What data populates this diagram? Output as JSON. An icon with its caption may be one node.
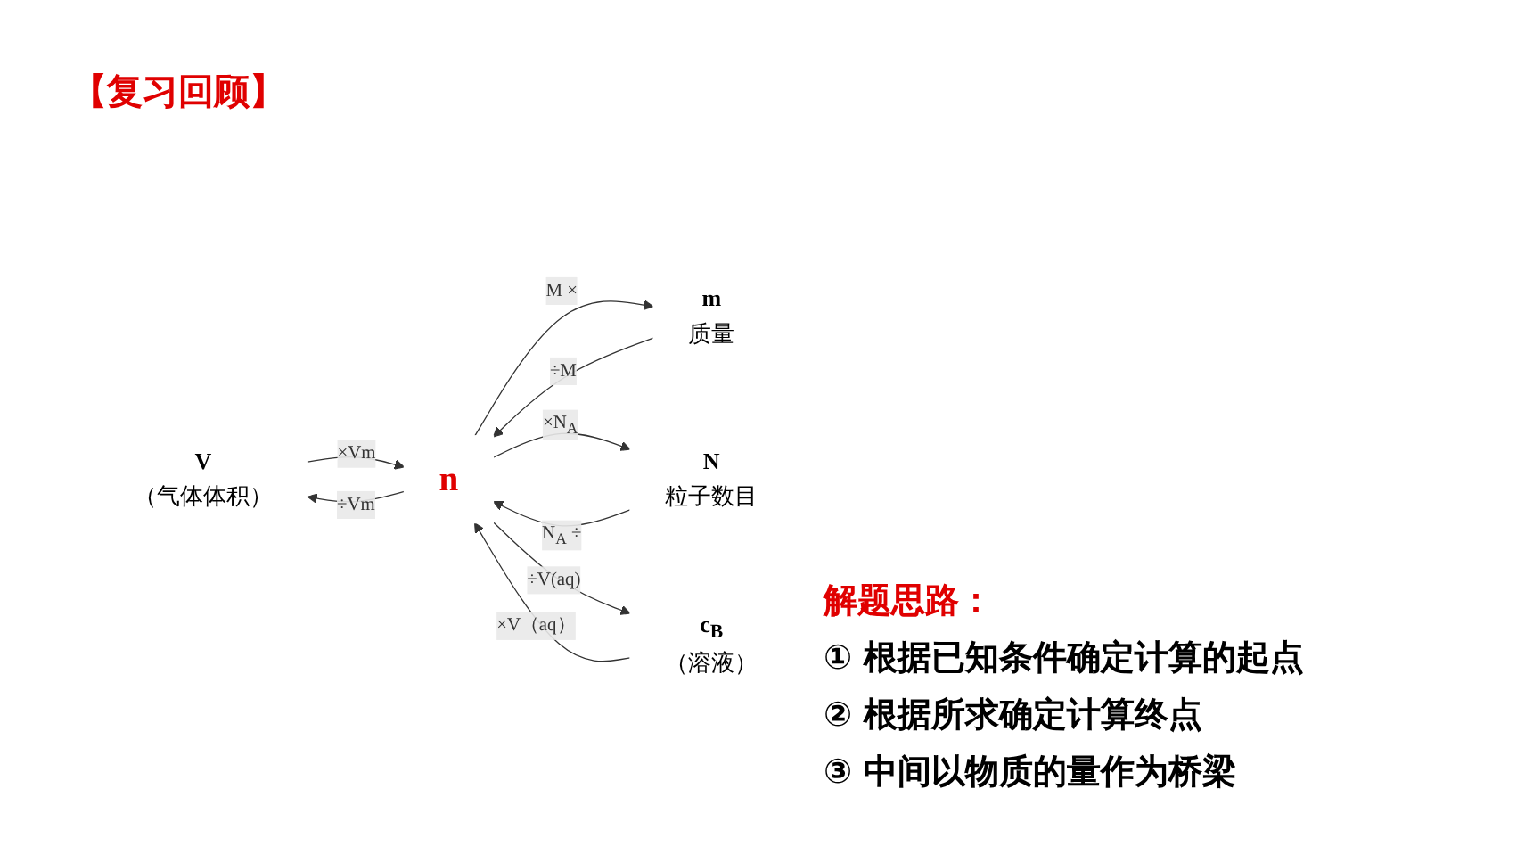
{
  "diagram": {
    "nodes": [
      {
        "text": [
          "V",
          "（气体体积）"
        ]
      },
      {
        "text": [
          "m",
          "质量"
        ]
      },
      {
        "text": [
          "n"
        ]
      },
      {
        "text": [
          "N",
          "粒子数目"
        ]
      },
      {
        "text": [
          "c$_{B}$",
          "（溶液）"
        ]
      }
    ],
    "edges": [
      {
        "from": 2,
        "to": 0,
        "arrow": "to",
        "label": "÷Vm"
      },
      {
        "from": 0,
        "to": 2,
        "arrow": "to",
        "label": "×Vm"
      },
      {
        "from": 1,
        "to": 2,
        "arrow": "to",
        "label": "÷M"
      },
      {
        "from": 2,
        "to": 1,
        "arrow": "to",
        "label": "M ×"
      },
      {
        "from": 2,
        "to": 3,
        "arrow": "to",
        "label": "×N$_{A}$"
      },
      {
        "from": 3,
        "to": 2,
        "arrow": "to",
        "label": "N$_{A}$ ÷"
      },
      {
        "from": 4,
        "to": 2,
        "arrow": "to",
        "label": "×V（aq）"
      },
      {
        "from": 2,
        "to": 4,
        "arrow": "to",
        "label": "÷V(aq)"
      }
    ],
    "labels": [
      "【复习回顾】",
      "解题思路：",
      "① 根据已知条件确定计算的起点",
      "② 根据所求确定计算终点",
      "③ 中间以物质的量作为桥梁"
    ]
  }
}
